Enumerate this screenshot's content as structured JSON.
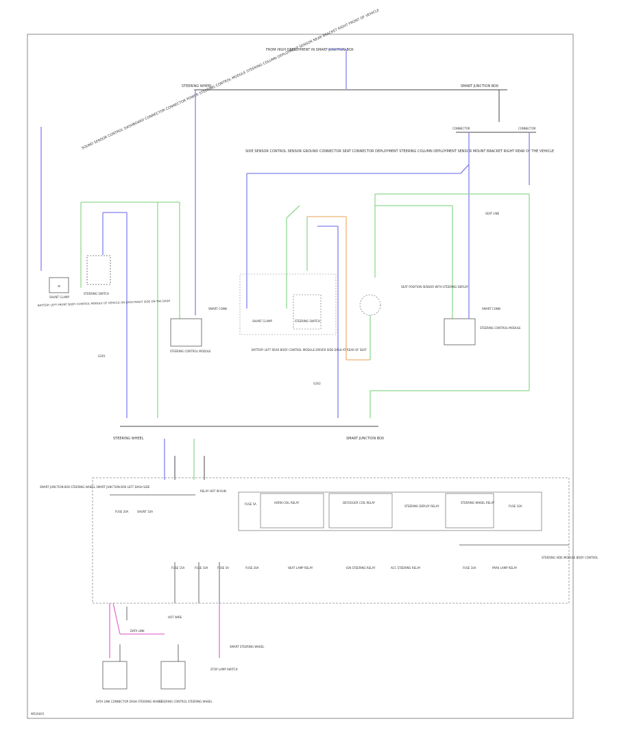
{
  "colors": {
    "wire_blue": "#8080f0",
    "wire_green": "#8ed88e",
    "wire_pink": "#e070d0",
    "wire_orange": "#f0b070",
    "wire_black": "#444444",
    "border": "#888888"
  },
  "diagram_code": "W52A001",
  "labels": {
    "top_connector": "FROM HIGH DEPLOYMENT IN SMART JUNCTION BOX",
    "steering_left": "STEERING WHEEL",
    "smart_junction_right": "SMART JUNCTION BOX",
    "top_right_conn_left": "CONNECTOR",
    "top_right_conn_right": "CONNECTOR",
    "left_module_text": "SOUND SENSOR CONTROL DASHBOARD CONNECTOR CONNECTOR POWER STEERING CONTROL MODULE STEERING COLUMN DEPLOYMENT SENSOR NEAR BRACKET RIGHT FRONT OF VEHICLE",
    "center_module_text": "SIDE SENSOR CONTROL SENSOR GROUND CONNECTOR SEAT CONNECTOR DEPLOYMENT STEERING COLUMN DEPLOYMENT SENSOR MOUNT BRACKET RIGHT REAR OF THE VEHICLE",
    "shunt_left": "SHUNT CLAMP",
    "switch_left": "STEERING SWITCH",
    "battery_left": "BATTERY LEFT FRONT BODY CONTROL MODULE OF VEHICLE ON DASH RIGHT SIDE ON THE DASH",
    "ground_left": "G201",
    "module_left": "STEERING CONTROL MODULE",
    "smart_left": "SMART CONN",
    "shunt_center": "SHUNT CLAMP",
    "switch_center": "STEERING SWITCH",
    "battery_center": "BATTERY LEFT REAR BODY CONTROL MODULE DRIVER SIDE DASH AT REAR OF SEAT",
    "ground_center": "G202",
    "sensor_center": "SEAT POSITION SENSOR WITH STEERING DEPLOY",
    "sensor_right_wire": "SEAT LINE",
    "module_right": "STEERING CONTROL MODULE",
    "smart_right": "SMART CONN",
    "bus_left": "STEERING WHEEL",
    "bus_right": "SMART JUNCTION BOX",
    "box_side": "SMART JUNCTION BOX STEERING WHEEL SMART JUNCTION BOX LEFT DASH SIDE",
    "fuse_a": "FUSE 20A",
    "fuse_b": "SHUNT 10A",
    "relay_hot": "RELAY HOT IN RUN",
    "fuse_c": "FUSE 5A",
    "relay_1": "HORN COIL RELAY",
    "relay_2": "DEFOGGER COIL RELAY",
    "relay_3": "STEERING DEPLOY RELAY",
    "relay_4": "STEERING WHEEL RELAY",
    "fuse_d": "FUSE 10A",
    "fuse_e": "FUSE 15A",
    "fuse_f": "FUSE 10A",
    "fuse_g": "FUSE 5A",
    "fuse_h": "FUSE 20A",
    "relay_5": "HEAT LAMP RELAY",
    "relay_6": "IGN STEERING RELAY",
    "relay_7": "ACC STEERING RELAY",
    "fuse_i": "FUSE 10A",
    "relay_8": "PARK LAMP RELAY",
    "right_side": "STEERING SIDE MODULE BODY CONTROL",
    "hot_label": "HOT WIRE",
    "bottom_left_wire": "DATA LINK",
    "bottom_mod_1": "DATA LINK CONNECTOR DASH STEERING WHEEL",
    "bottom_mod_2": "STEERING CONTROL STEERING WHEEL",
    "bottom_conn": "SMART STEERING WHEEL",
    "bottom_ref": "STOP LAMP SWITCH"
  }
}
